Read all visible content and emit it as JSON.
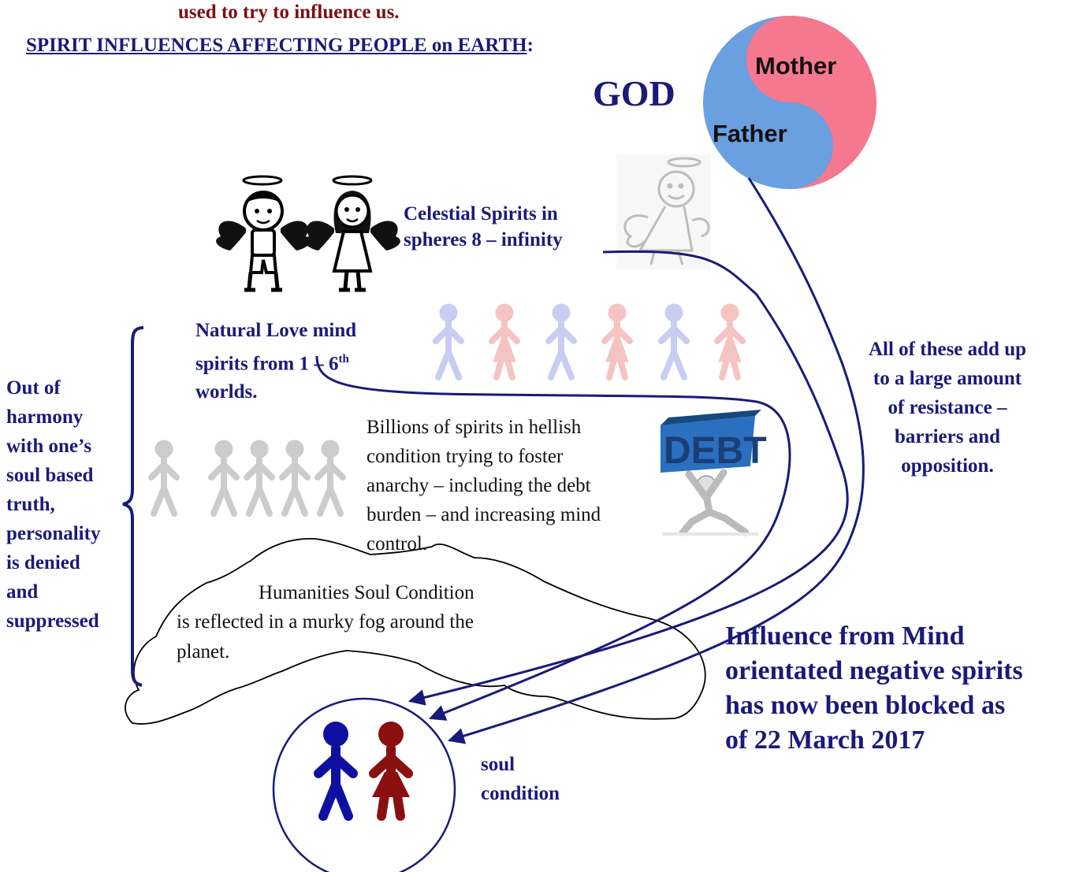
{
  "header": {
    "top_line": "used to try to influence us.",
    "title": "SPIRIT INFLUENCES AFFECTING PEOPLE on EARTH",
    "title_suffix": ":"
  },
  "god": {
    "label": "GOD",
    "mother": "Mother",
    "father": "Father",
    "mother_color": "#f5788e",
    "father_color": "#6a9fe0"
  },
  "celestial": {
    "line1": "Celestial Spirits in",
    "line2": "spheres 8 – infinity"
  },
  "natural": {
    "line1": "Natural Love mind",
    "line2": "spirits from 1 – 6",
    "line2_sup": "th",
    "line3": "worlds."
  },
  "hellish": {
    "line1": "Billions of spirits in hellish",
    "line2": "condition trying to foster",
    "line3": "anarchy – including the debt",
    "line4": "burden – and increasing mind",
    "line5": "control.",
    "debt_word": "DEBT"
  },
  "fog": {
    "line1": "Humanities Soul Condition",
    "line2": "is reflected in a murky fog around the",
    "line3": "planet."
  },
  "left_note": {
    "lines": [
      "Out of",
      "harmony",
      "with one’s",
      "soul based",
      "truth,",
      "personality",
      "is denied",
      "and",
      "suppressed"
    ]
  },
  "right_note": {
    "lines": [
      "All of these add up",
      "to a large amount",
      "of resistance –",
      "barriers and",
      "opposition."
    ]
  },
  "blocked_note": {
    "lines": [
      "Influence from Mind",
      "orientated negative spirits",
      "has now been blocked as",
      "of 22 March 2017"
    ]
  },
  "soul": {
    "line1": "soul",
    "line2": "condition"
  },
  "colors": {
    "navy": "#1a1a7a",
    "maroon": "#7a1010",
    "ghost_blue": "#c9cdf2",
    "ghost_pink": "#f6c3c3",
    "grey": "#cccccc"
  },
  "icons": [
    "yin-yang-icon",
    "angel-boy-icon",
    "angel-girl-icon",
    "angel-sketch-icon",
    "person-icon",
    "debt-lifter-icon",
    "brace-icon",
    "arrow-icon"
  ]
}
